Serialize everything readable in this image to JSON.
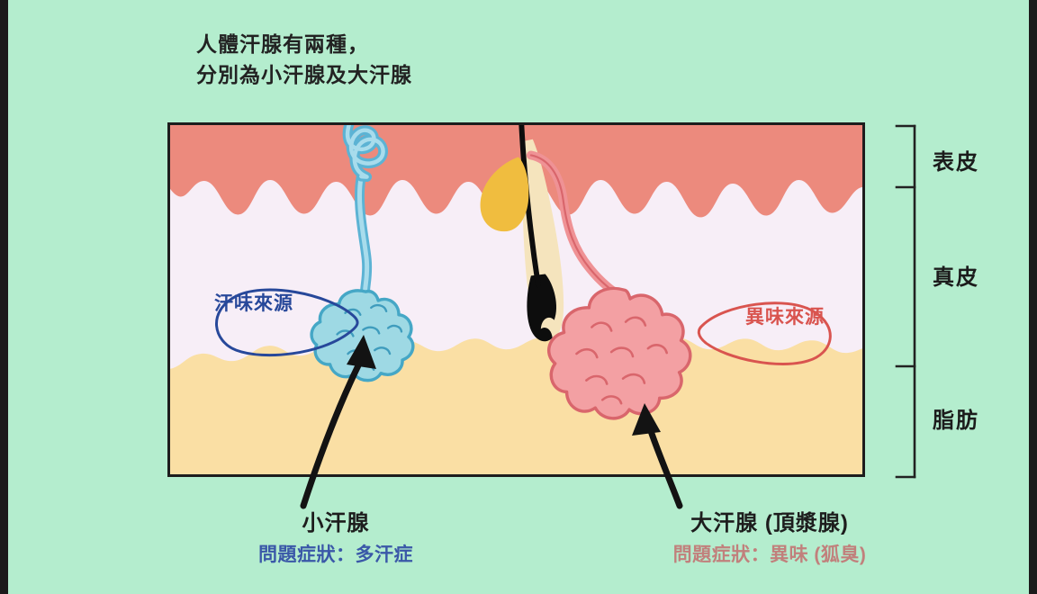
{
  "page": {
    "background_color": "#b4edce",
    "edge_bar_color": "#1b1b1b"
  },
  "title": {
    "line1": "人體汗腺有兩種，",
    "line2": "分別為小汗腺及大汗腺"
  },
  "diagram": {
    "border_color": "#1d1d1d",
    "layers": [
      {
        "name": "epidermis",
        "label": "表皮",
        "color": "#ec8a7d"
      },
      {
        "name": "dermis",
        "label": "真皮",
        "color": "#f7eef7"
      },
      {
        "name": "fat",
        "label": "脂肪",
        "color": "#fadfa4"
      }
    ],
    "structures": [
      {
        "name": "eccrine-gland",
        "color": "#90d4de"
      },
      {
        "name": "eccrine-duct",
        "color": "#7fc9e0"
      },
      {
        "name": "apocrine-gland",
        "color": "#f3a0a3"
      },
      {
        "name": "apocrine-duct",
        "color": "#f08f92"
      },
      {
        "name": "hair-shaft",
        "color": "#0d0d0d"
      },
      {
        "name": "sebaceous-gland",
        "color": "#f0bd3f"
      }
    ]
  },
  "callouts": {
    "left_bubble": {
      "text": "汗味來源",
      "color": "#27489a"
    },
    "right_bubble": {
      "text": "異味來源",
      "color": "#d9544f"
    }
  },
  "layer_labels": {
    "epidermis": "表皮",
    "dermis": "真皮",
    "fat": "脂肪"
  },
  "captions": {
    "eccrine": {
      "name": "小汗腺",
      "symptom": "問題症狀：多汗症",
      "symptom_color": "#3a58a8"
    },
    "apocrine": {
      "name": "大汗腺 (頂漿腺)",
      "symptom": "問題症狀：異味 (狐臭)",
      "symptom_color": "#c1807c"
    }
  }
}
